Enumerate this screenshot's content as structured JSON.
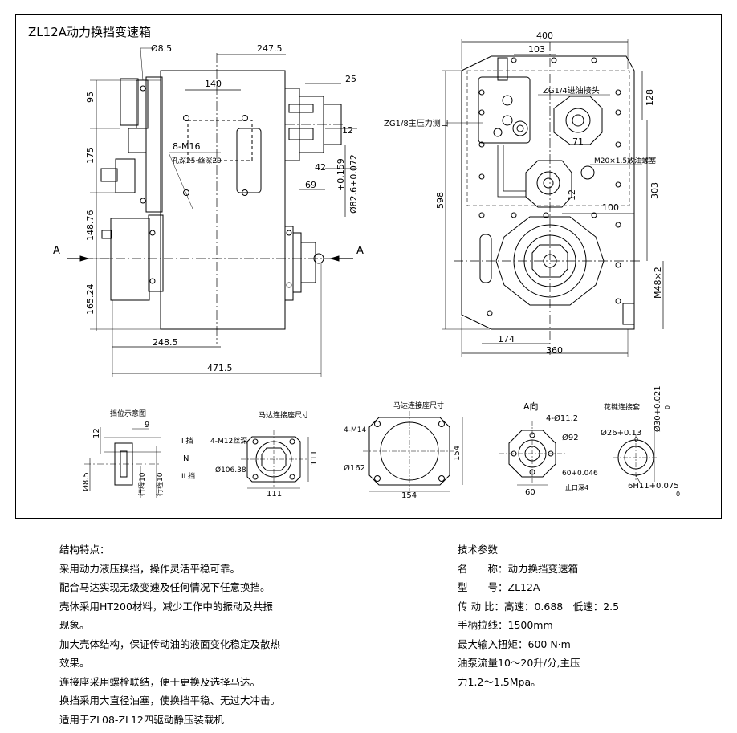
{
  "title": "ZL12A动力换挡变速箱",
  "section_mark": "A",
  "view_a_label": "A向",
  "front_dims": {
    "d_8_5": "Ø8.5",
    "d_247_5": "247.5",
    "d_140": "140",
    "d_25": "25",
    "d_95": "95",
    "d_175": "175",
    "d_148_76": "148.76",
    "d_165_24": "165.24",
    "d_12": "12",
    "d_42": "42",
    "d_69": "69",
    "d_fit": "+0.159",
    "d_fit2": "Ø82.6+0.072",
    "d_248_5": "248.5",
    "d_471_5": "471.5",
    "thread": "8-M16",
    "thread_note": "孔深25 丝深20"
  },
  "side_dims": {
    "d_400": "400",
    "d_103": "103",
    "d_128": "128",
    "d_598": "598",
    "d_303": "303",
    "d_100": "100",
    "d_71": "71",
    "d_12": "12",
    "d_174": "174",
    "d_360": "360",
    "m48": "M48×2",
    "zg14": "ZG1/4进油接头",
    "zg18": "ZG1/8主压力测口",
    "m20": "M20×1.5放油螺塞"
  },
  "details": {
    "shift": {
      "title": "挡位示意图",
      "d9": "9",
      "d12": "12",
      "d85": "Ø8.5",
      "trav1": "行程10",
      "trav2": "行程10",
      "g1": "I 挡",
      "gn": "N",
      "g2": "II 挡"
    },
    "motor1": {
      "title": "马达连接座尺寸",
      "holes": "4-M12丝深",
      "d111a": "111",
      "d111b": "111",
      "pcd": "Ø106.38"
    },
    "motor2": {
      "title": "马达连接座尺寸",
      "holes": "4-M14",
      "d154a": "154",
      "d154b": "154",
      "d162": "Ø162"
    },
    "viewa": {
      "holes": "4-Ø11.2",
      "d92": "Ø92",
      "d60a": "60",
      "d60b": "60+0.046",
      "stop": "止口深4"
    },
    "spline": {
      "title": "花键连接套",
      "d26": "Ø26+0.13",
      "d26b": "0",
      "d30": "Ø30+0.021",
      "d30b": "0",
      "h11": "6H11+0.075",
      "h11b": "0"
    }
  },
  "features": {
    "heading": "结构特点：",
    "lines": [
      "采用动力液压换挡，操作灵活平稳可靠。",
      "配合马达实现无级变速及任何情况下任意换挡。",
      "壳体采用HT200材料，减少工作中的振动及共振",
      "现象。",
      "加大壳体结构，保证传动油的液面变化稳定及散热",
      "效果。",
      "连接座采用螺栓联结，便于更换及选择马达。",
      "换挡采用大直径油塞，使换挡平稳、无过大冲击。",
      "适用于ZL08-ZL12四驱动静压装载机"
    ]
  },
  "tech": {
    "heading": "技术参数",
    "lines": [
      "名　　称：动力换挡变速箱",
      "型　　号：ZL12A",
      "传 动 比：高速：0.688　低速：2.5",
      "手柄拉线：1500mm",
      "最大输入扭矩：600 N·m",
      "油泵流量10～20升/分,主压",
      "力1.2～1.5Mpa。"
    ]
  }
}
